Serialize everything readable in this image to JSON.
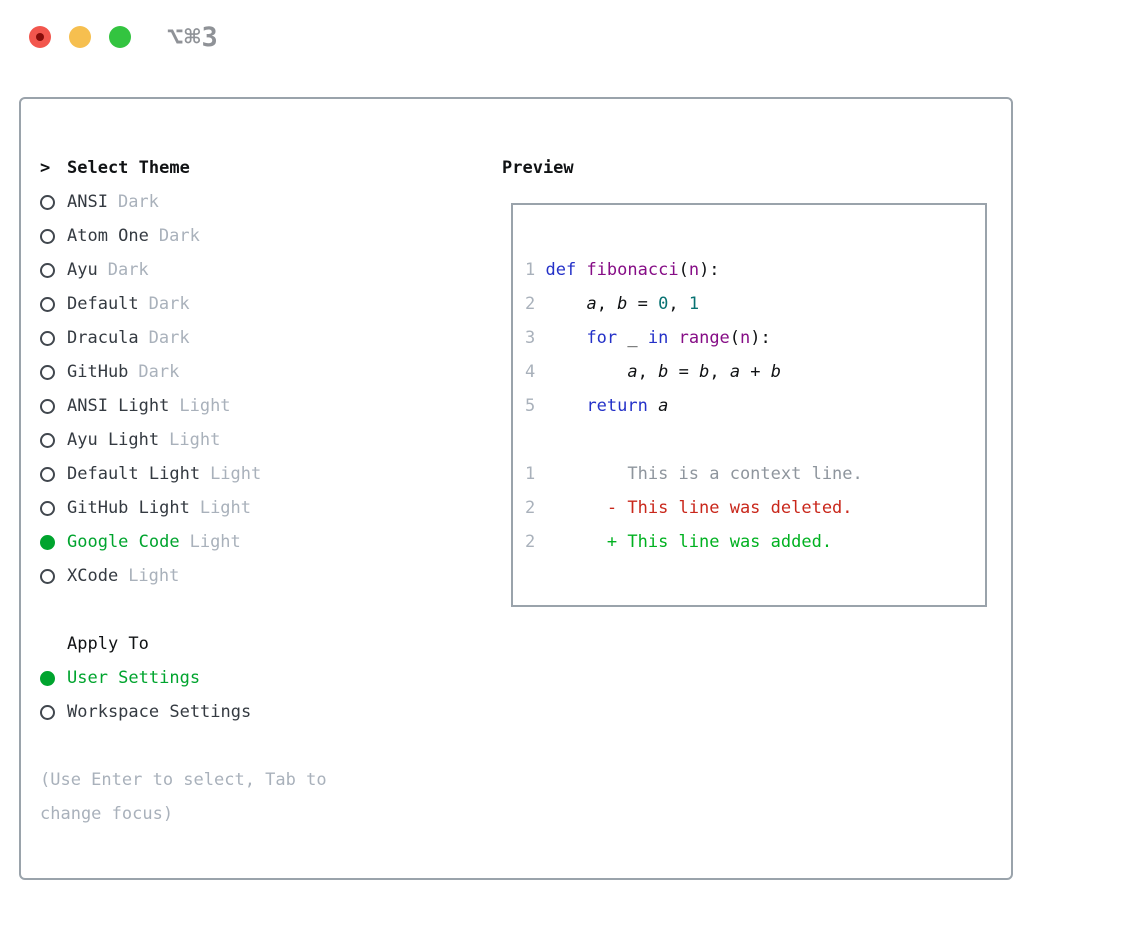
{
  "colors": {
    "accent": "#00a42e",
    "frame": "#9aa3ab",
    "text-black": "#101214",
    "text-dark": "#343a41",
    "muted": "#a9b1bb",
    "linenum": "#a9b1bb",
    "ctx": "#8e959d",
    "bullet": "#41474e",
    "kw": "#2431c8",
    "fn": "#860d86",
    "num": "#087272",
    "del": "#c9271b",
    "add": "#00b120",
    "title-gray": "#8f9297",
    "tl-red": "#f2564d",
    "tl-red-dot": "#870d0a",
    "tl-yellow": "#f6bf4f",
    "tl-green": "#33c440"
  },
  "titlebar": {
    "shortcut": "⌥⌘3"
  },
  "theme_panel": {
    "cursor": ">",
    "title": "Select Theme",
    "items": [
      {
        "name": "ANSI",
        "variant": "Dark",
        "selected": false
      },
      {
        "name": "Atom One",
        "variant": "Dark",
        "selected": false
      },
      {
        "name": "Ayu",
        "variant": "Dark",
        "selected": false
      },
      {
        "name": "Default",
        "variant": "Dark",
        "selected": false
      },
      {
        "name": "Dracula",
        "variant": "Dark",
        "selected": false
      },
      {
        "name": "GitHub",
        "variant": "Dark",
        "selected": false
      },
      {
        "name": "ANSI Light",
        "variant": "Light",
        "selected": false
      },
      {
        "name": "Ayu Light",
        "variant": "Light",
        "selected": false
      },
      {
        "name": "Default Light",
        "variant": "Light",
        "selected": false
      },
      {
        "name": "GitHub Light",
        "variant": "Light",
        "selected": false
      },
      {
        "name": "Google Code",
        "variant": "Light",
        "selected": true
      },
      {
        "name": "XCode",
        "variant": "Light",
        "selected": false
      }
    ]
  },
  "apply_panel": {
    "title": "Apply To",
    "options": [
      {
        "name": "User Settings",
        "selected": true
      },
      {
        "name": "Workspace Settings",
        "selected": false
      }
    ]
  },
  "help_lines": [
    "(Use Enter to select, Tab to",
    "change focus)"
  ],
  "preview": {
    "label": "Preview",
    "code_lines": [
      {
        "num": "1",
        "tokens": [
          [
            "def ",
            "kw"
          ],
          [
            "fibonacci",
            "fn"
          ],
          [
            "(",
            "pl"
          ],
          [
            "n",
            "fn"
          ],
          [
            "):",
            "pl"
          ]
        ]
      },
      {
        "num": "2",
        "tokens": [
          [
            "    ",
            "pl"
          ],
          [
            "a",
            "var"
          ],
          [
            ", ",
            "pl"
          ],
          [
            "b",
            "var"
          ],
          [
            " = ",
            "pl"
          ],
          [
            "0",
            "num"
          ],
          [
            ", ",
            "pl"
          ],
          [
            "1",
            "num"
          ]
        ]
      },
      {
        "num": "3",
        "tokens": [
          [
            "    ",
            "pl"
          ],
          [
            "for",
            "kw"
          ],
          [
            " _ ",
            "pl"
          ],
          [
            "in",
            "kw"
          ],
          [
            " ",
            "pl"
          ],
          [
            "range",
            "fn"
          ],
          [
            "(",
            "pl"
          ],
          [
            "n",
            "fn"
          ],
          [
            "):",
            "pl"
          ]
        ]
      },
      {
        "num": "4",
        "tokens": [
          [
            "        ",
            "pl"
          ],
          [
            "a",
            "var"
          ],
          [
            ", ",
            "pl"
          ],
          [
            "b",
            "var"
          ],
          [
            " = ",
            "pl"
          ],
          [
            "b",
            "var"
          ],
          [
            ", ",
            "pl"
          ],
          [
            "a",
            "var"
          ],
          [
            " + ",
            "pl"
          ],
          [
            "b",
            "var"
          ]
        ]
      },
      {
        "num": "5",
        "tokens": [
          [
            "    ",
            "pl"
          ],
          [
            "return",
            "kw"
          ],
          [
            " ",
            "pl"
          ],
          [
            "a",
            "var"
          ]
        ]
      }
    ],
    "diff_lines": [
      {
        "num": "1",
        "type": "context",
        "text": "        This is a context line."
      },
      {
        "num": "2",
        "type": "deleted",
        "text": "      - This line was deleted."
      },
      {
        "num": "2",
        "type": "added",
        "text": "      + This line was added."
      }
    ]
  }
}
